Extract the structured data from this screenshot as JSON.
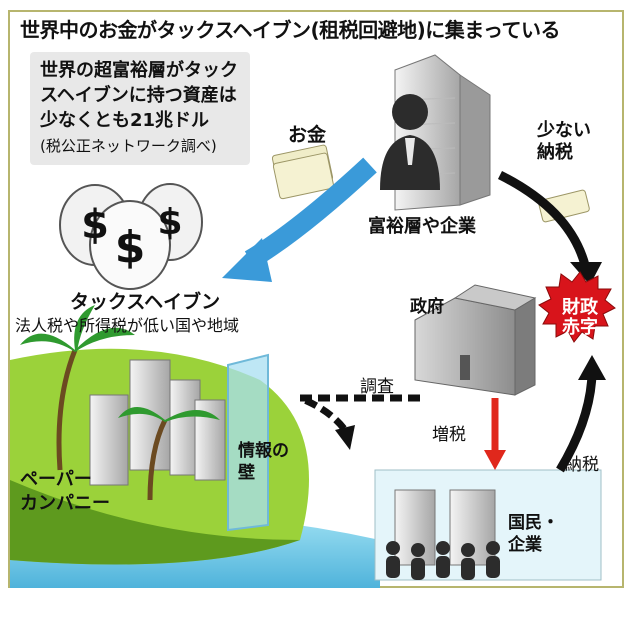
{
  "title": "世界中のお金がタックスヘイブン(租税回避地)に集まっている",
  "note": {
    "text": "世界の超富裕層がタックスヘイブンに持つ資産は少なくとも21兆ドル",
    "source": "(税公正ネットワーク調べ)"
  },
  "labels": {
    "money": "お金",
    "little_tax": "少ない\n納税",
    "wealthy": "富裕層や企業",
    "haven": "タックスヘイブン",
    "haven_desc": "法人税や所得税が低い国や地域",
    "government": "政府",
    "deficit": "財政\n赤字",
    "investigation": "調査",
    "tax_increase": "増税",
    "tax_payment": "納税",
    "citizens": "国民・\n企業",
    "paper_company": "ペーパー\nカンパニー",
    "info_wall": "情報の\n壁"
  },
  "colors": {
    "blue_arrow": "#3a9ad9",
    "red_arrow": "#e0281c",
    "deficit_badge": "#d8141b",
    "border": "#b7b56e",
    "sea": "#6cc7e6",
    "island": "#9bd23a"
  }
}
